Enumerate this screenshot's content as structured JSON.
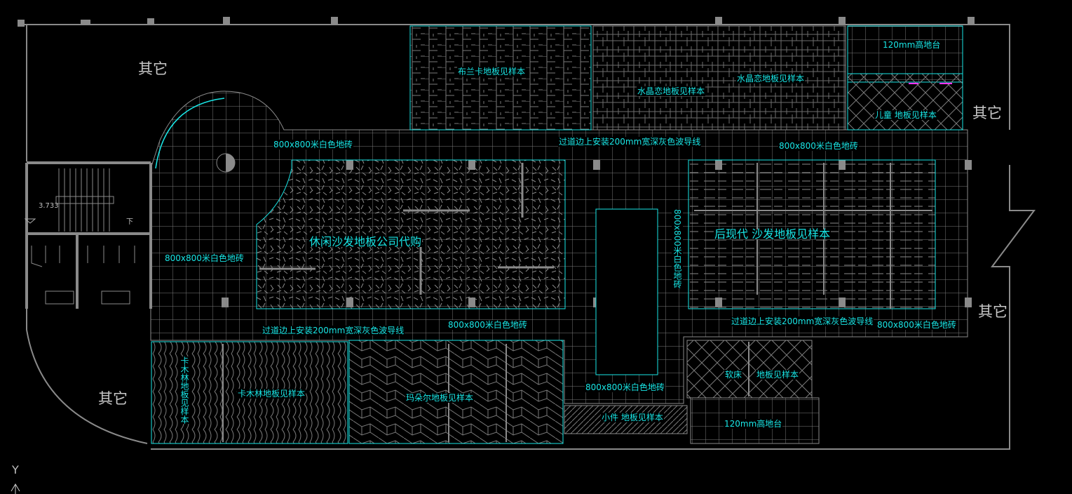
{
  "title": "Floor plan flooring layout",
  "other_zones": [
    "其它",
    "其它",
    "其它",
    "其它"
  ],
  "labels": {
    "blanca": "布兰卡地板见样本",
    "crystal_1": "水晶恋地板见样本",
    "crystal_2": "水晶恋地板见样本",
    "platform_top": "120mm高地台",
    "kids": "儿童 地板见样本",
    "tile_1": "800x800米白色地砖",
    "tile_2": "800x800米白色地砖",
    "tile_3": "800x800米白色地砖",
    "tile_4": "800x800米白色地砖",
    "tile_5": "800x800米白色地砖",
    "tile_6": "800x800米白色地砖",
    "tile_vertical": "800x800米白色地砖",
    "guide_1": "过道边上安装200mm宽深灰色波导线",
    "guide_2": "过道边上安装200mm宽深灰色波导线",
    "guide_3": "过道边上安装200mm宽深灰色波导线",
    "leisure_sofa": "休闲沙发地板公司代购",
    "postmodern_sofa": "后现代 沙发地板见样本",
    "kamulin_vertical": "卡木林地板见样本",
    "kamulin": "卡木林地板见样本",
    "madoer": "玛朵尔地板见样本",
    "soft_bed": "软床",
    "soft_bed_floor": "地板见样本",
    "small_items": "小件 地板见样本",
    "platform_bottom": "120mm高地台",
    "elevation": "3.733",
    "down": "下",
    "axis_y": "Y"
  },
  "colors": {
    "background": "#000000",
    "line": "#808080",
    "accent": "#19e6e6",
    "magenta": "#ff33ff"
  }
}
